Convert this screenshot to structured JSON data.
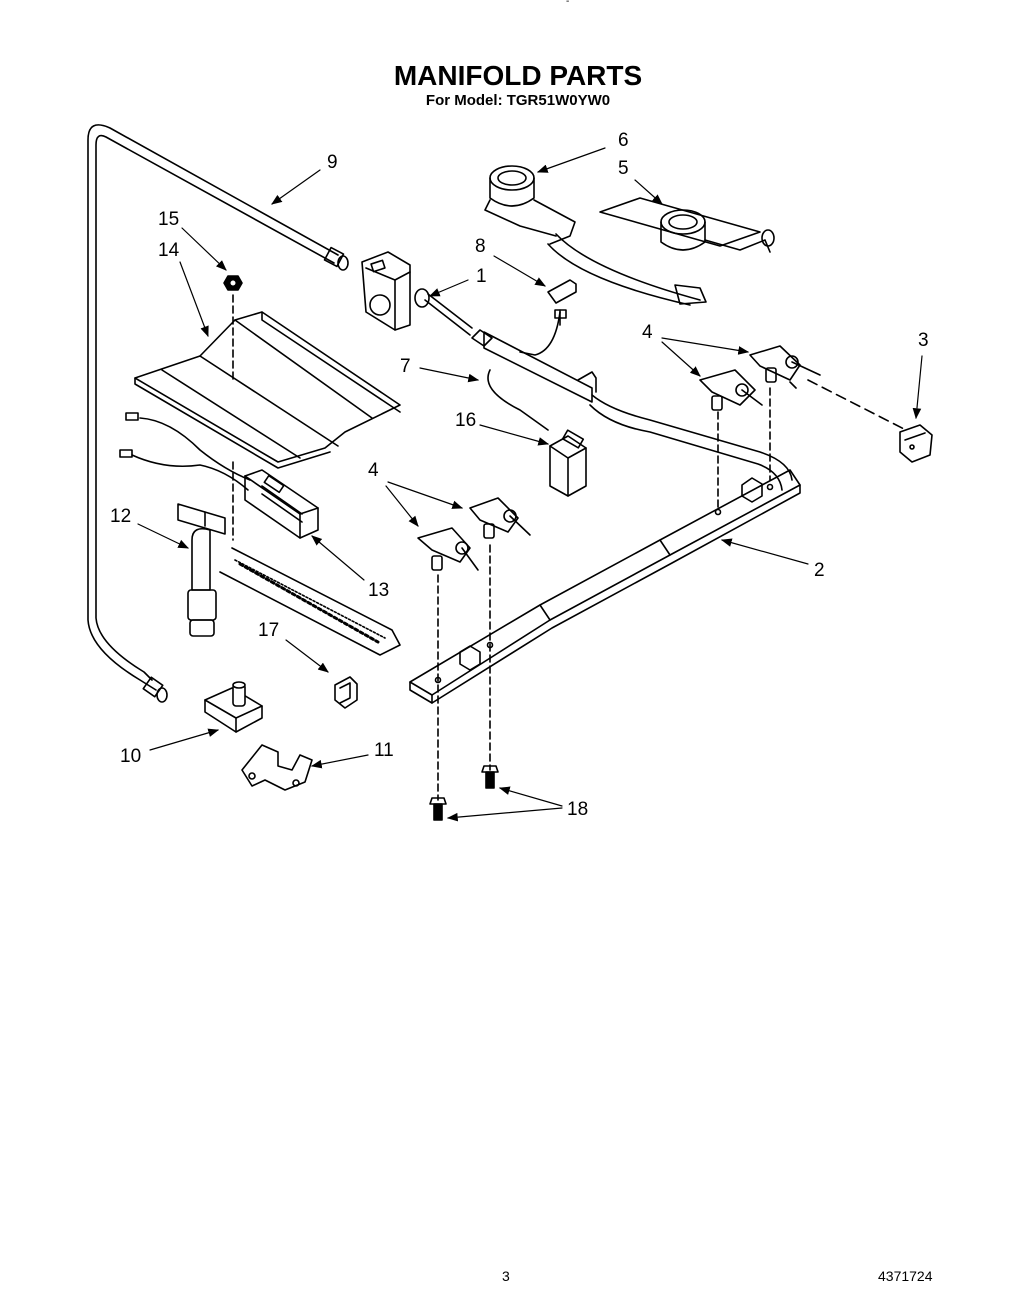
{
  "header": {
    "title": "MANIFOLD PARTS",
    "subtitle": "For Model: TGR51W0YW0"
  },
  "callouts": {
    "c1": "1",
    "c2": "2",
    "c3": "3",
    "c4a": "4",
    "c4b": "4",
    "c5": "5",
    "c6": "6",
    "c7": "7",
    "c8": "8",
    "c9": "9",
    "c10": "10",
    "c11": "11",
    "c12": "12",
    "c13": "13",
    "c14": "14",
    "c15": "15",
    "c16": "16",
    "c17": "17",
    "c18": "18"
  },
  "footer": {
    "page_number": "3",
    "document_number": "4371724"
  }
}
